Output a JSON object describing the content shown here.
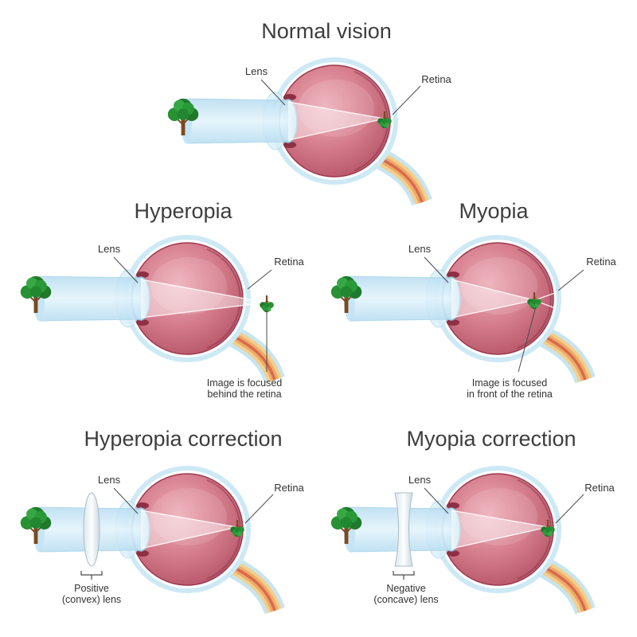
{
  "panels": {
    "normal": {
      "title": "Normal vision",
      "lens_label": "Lens",
      "retina_label": "Retina"
    },
    "hyperopia": {
      "title": "Hyperopia",
      "lens_label": "Lens",
      "retina_label": "Retina",
      "caption_line1": "Image is focused",
      "caption_line2": "behind the retina"
    },
    "myopia": {
      "title": "Myopia",
      "lens_label": "Lens",
      "retina_label": "Retina",
      "caption_line1": "Image is focused",
      "caption_line2": "in front of the retina"
    },
    "hyperopia_correction": {
      "title": "Hyperopia correction",
      "lens_label": "Lens",
      "retina_label": "Retina",
      "caption_line1": "Positive",
      "caption_line2": "(convex) lens"
    },
    "myopia_correction": {
      "title": "Myopia correction",
      "lens_label": "Lens",
      "retina_label": "Retina",
      "caption_line1": "Negative",
      "caption_line2": "(concave) lens"
    }
  },
  "colors": {
    "background": "#ffffff",
    "eyeball": "#c05a6e",
    "sclera_ring": "#cfe9f5",
    "light_beam": "#cfeaf7",
    "lens": "#e8f4fb",
    "tree_foliage": "#2a9138",
    "tree_trunk": "#7a4a21",
    "optic_nerve": "#f3cf8e",
    "text": "#3d3d3d"
  }
}
